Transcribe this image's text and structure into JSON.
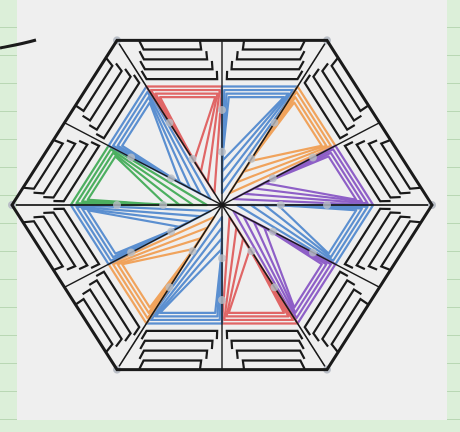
{
  "image": {
    "kind": "hexagonal-geometric-line-pattern",
    "background_color": "#dcefd9",
    "panel_color": "#efefef"
  },
  "palette": {
    "outline": "#1a1a1a",
    "orange": "#f0a35c",
    "blue": "#5b8fd0",
    "green": "#4caf60",
    "red": "#e06666",
    "purple": "#8e5fc7",
    "dot": "#b9bec6"
  },
  "sector_colors": [
    "green",
    "blue",
    "red",
    "blue",
    "orange",
    "purple",
    "blue",
    "purple",
    "red",
    "blue",
    "orange",
    "blue"
  ]
}
